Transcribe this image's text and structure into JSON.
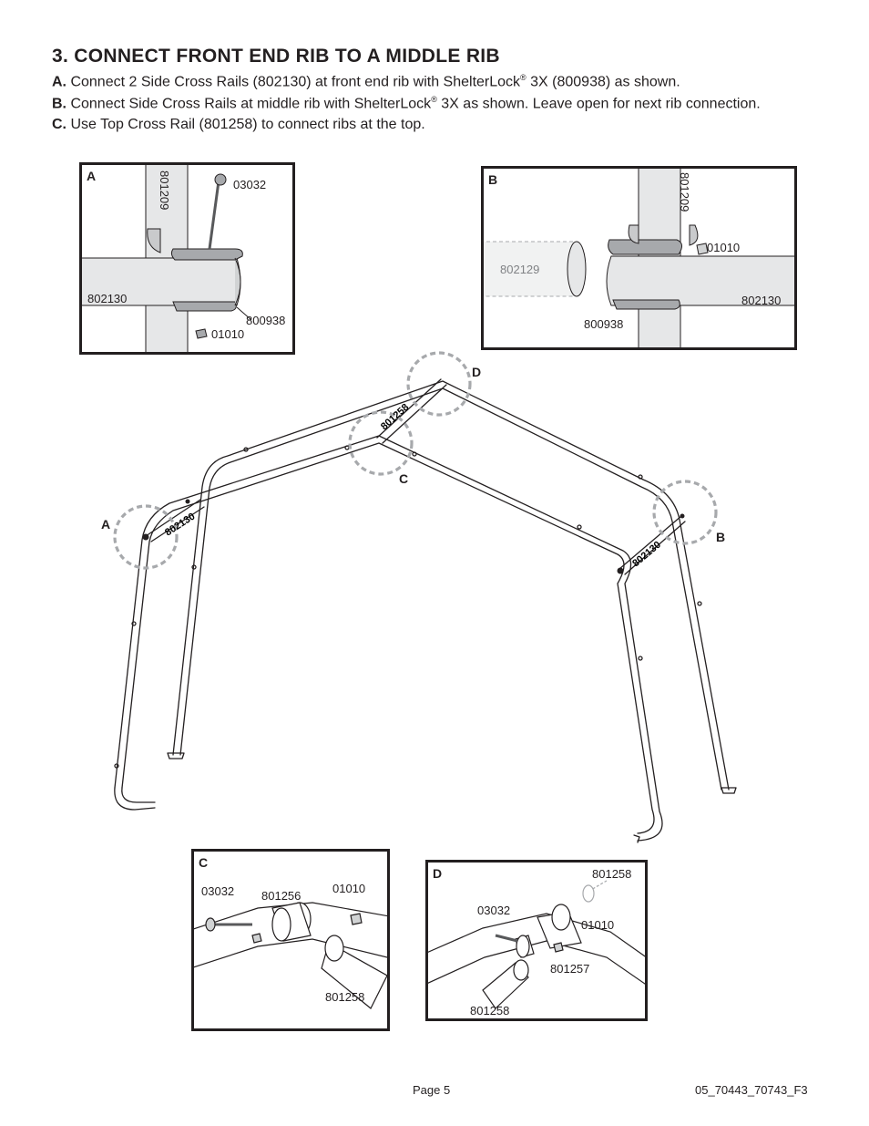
{
  "heading": "3. CONNECT FRONT END RIB TO A MIDDLE RIB",
  "steps": [
    {
      "letter": "A.",
      "before": "Connect 2 Side Cross Rails (802130) at front end rib with ShelterLock",
      "reg": "®",
      "after": " 3X (800938) as shown."
    },
    {
      "letter": "B.",
      "before": "Connect Side Cross Rails at middle rib with ShelterLock",
      "reg": "®",
      "after": " 3X as shown.  Leave open for next rib connection."
    },
    {
      "letter": "C.",
      "before": "Use Top Cross Rail (801258) to connect ribs at the top.",
      "reg": "",
      "after": ""
    }
  ],
  "panels": {
    "a": {
      "label": "A",
      "parts": {
        "p1": "801209",
        "p2": "03032",
        "p3": "802130",
        "p4": "800938",
        "p5": "01010"
      }
    },
    "b": {
      "label": "B",
      "parts": {
        "p1": "801209",
        "p2": "01010",
        "p3": "802129",
        "p4": "802130",
        "p5": "800938"
      }
    },
    "c": {
      "label": "C",
      "parts": {
        "p1": "03032",
        "p2": "801256",
        "p3": "01010",
        "p4": "801258"
      }
    },
    "d": {
      "label": "D",
      "parts": {
        "p1": "801258",
        "p2": "03032",
        "p3": "01010",
        "p4": "801257",
        "p5": "801258"
      }
    }
  },
  "frame": {
    "callouts": {
      "a": "A",
      "b": "B",
      "c": "C",
      "d": "D"
    },
    "rail_labels": {
      "left": "802130",
      "right": "802130",
      "top": "801258"
    }
  },
  "footer": {
    "page": "Page 5",
    "code": "05_70443_70743_F3"
  }
}
